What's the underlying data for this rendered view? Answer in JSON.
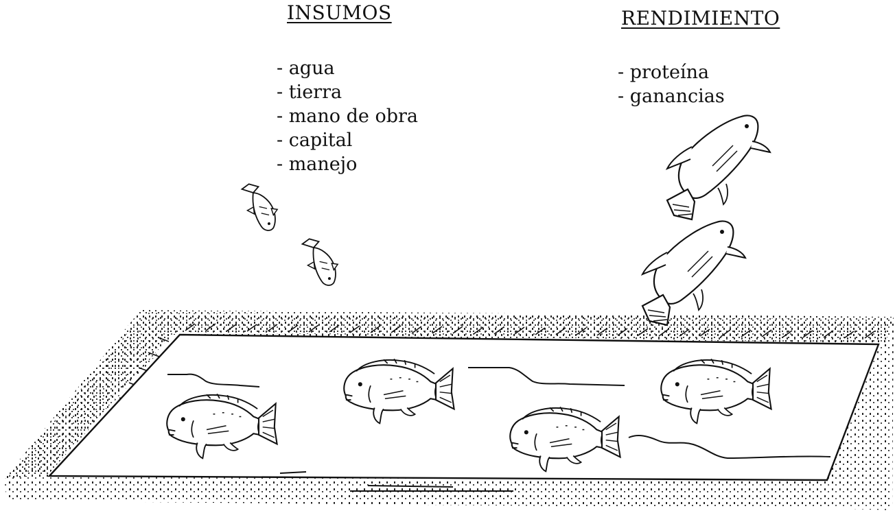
{
  "insumos": {
    "title": "INSUMOS",
    "items": [
      "- agua",
      "- tierra",
      "- mano de obra",
      "- capital",
      "- manejo"
    ]
  },
  "rendimiento": {
    "title": "RENDIMIENTO",
    "items": [
      "- proteína",
      "- ganancias"
    ]
  }
}
